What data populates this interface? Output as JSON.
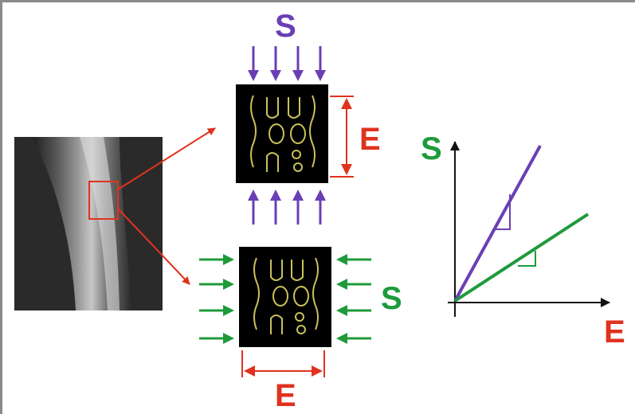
{
  "labels": {
    "stress_top": "S",
    "stress_side": "S",
    "strain_vertical": "E",
    "strain_horizontal": "E",
    "graph_y": "S",
    "graph_x": "E"
  },
  "colors": {
    "vertical_load": "#6a3fb5",
    "horizontal_load": "#1e9a3a",
    "strain": "#e0321e",
    "axes": "#111111",
    "specimen": "#000000",
    "trabecular": "#c9c25a",
    "roi_box": "#e0321e"
  },
  "icons": {
    "bone_image": "bone-xray-image",
    "specimen": "trabecular-bone-cube"
  }
}
